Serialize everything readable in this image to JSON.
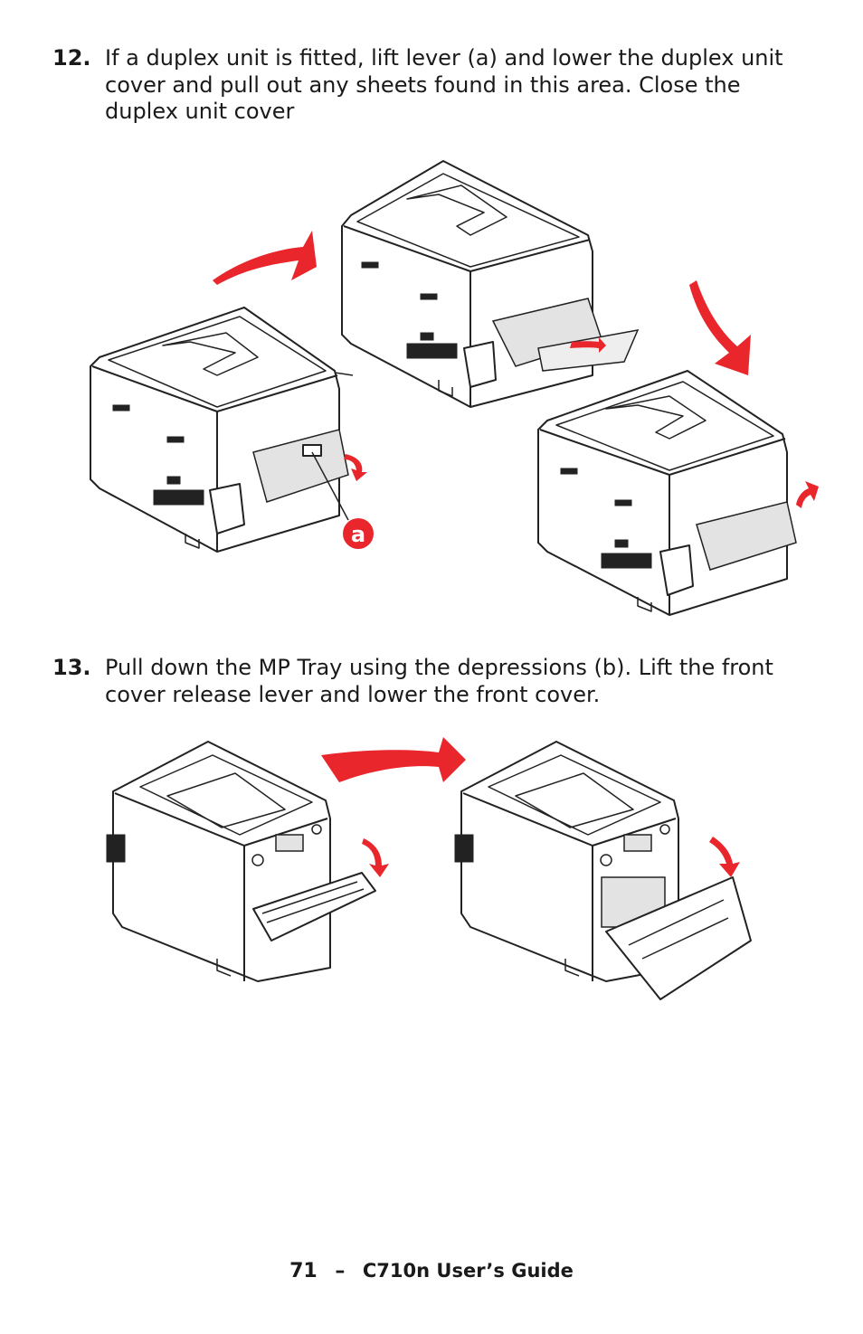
{
  "steps": [
    {
      "number": "12.",
      "text": "If a duplex unit is fitted, lift lever (a) and lower the duplex unit cover and pull out any sheets found in this area. Close the duplex unit cover"
    },
    {
      "number": "13.",
      "text": "Pull down the MP Tray using the depressions (b). Lift the front cover release lever and lower the front cover."
    }
  ],
  "figure_12": {
    "callout_label": "a",
    "accent_color": "#e8262b"
  },
  "footer": {
    "page_number": "71",
    "separator": "–",
    "guide_title": "C710n User’s Guide"
  }
}
